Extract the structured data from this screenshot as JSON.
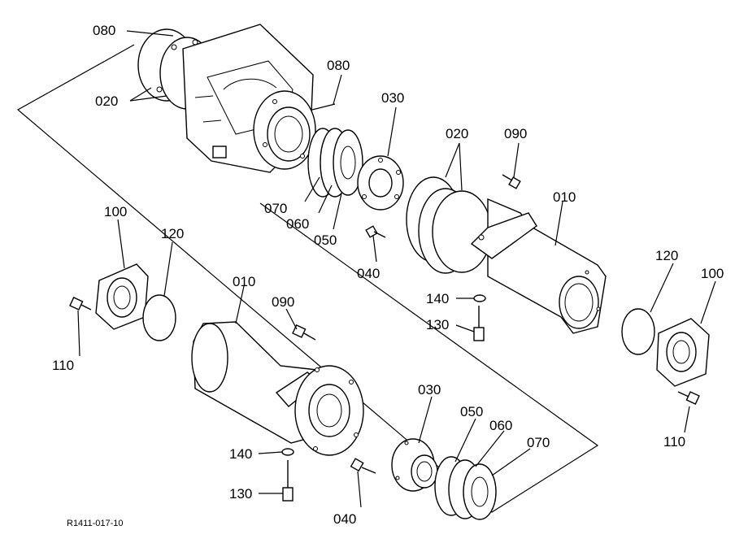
{
  "figure": {
    "reference": "R1411-017-10"
  },
  "labels": {
    "l080a": "080",
    "l020a": "020",
    "l080b": "080",
    "l030a": "030",
    "l020b": "020",
    "l090a": "090",
    "l010a": "010",
    "l070a": "070",
    "l060a": "060",
    "l050a": "050",
    "l040a": "040",
    "l140a": "140",
    "l130a": "130",
    "l120a": "120",
    "l100a": "100",
    "l100b": "100",
    "l120b": "120",
    "l110a": "110",
    "l010b": "010",
    "l090b": "090",
    "l140b": "140",
    "l130b": "130",
    "l030b": "030",
    "l050b": "050",
    "l060b": "060",
    "l070b": "070",
    "l040b": "040",
    "l110b": "110"
  }
}
